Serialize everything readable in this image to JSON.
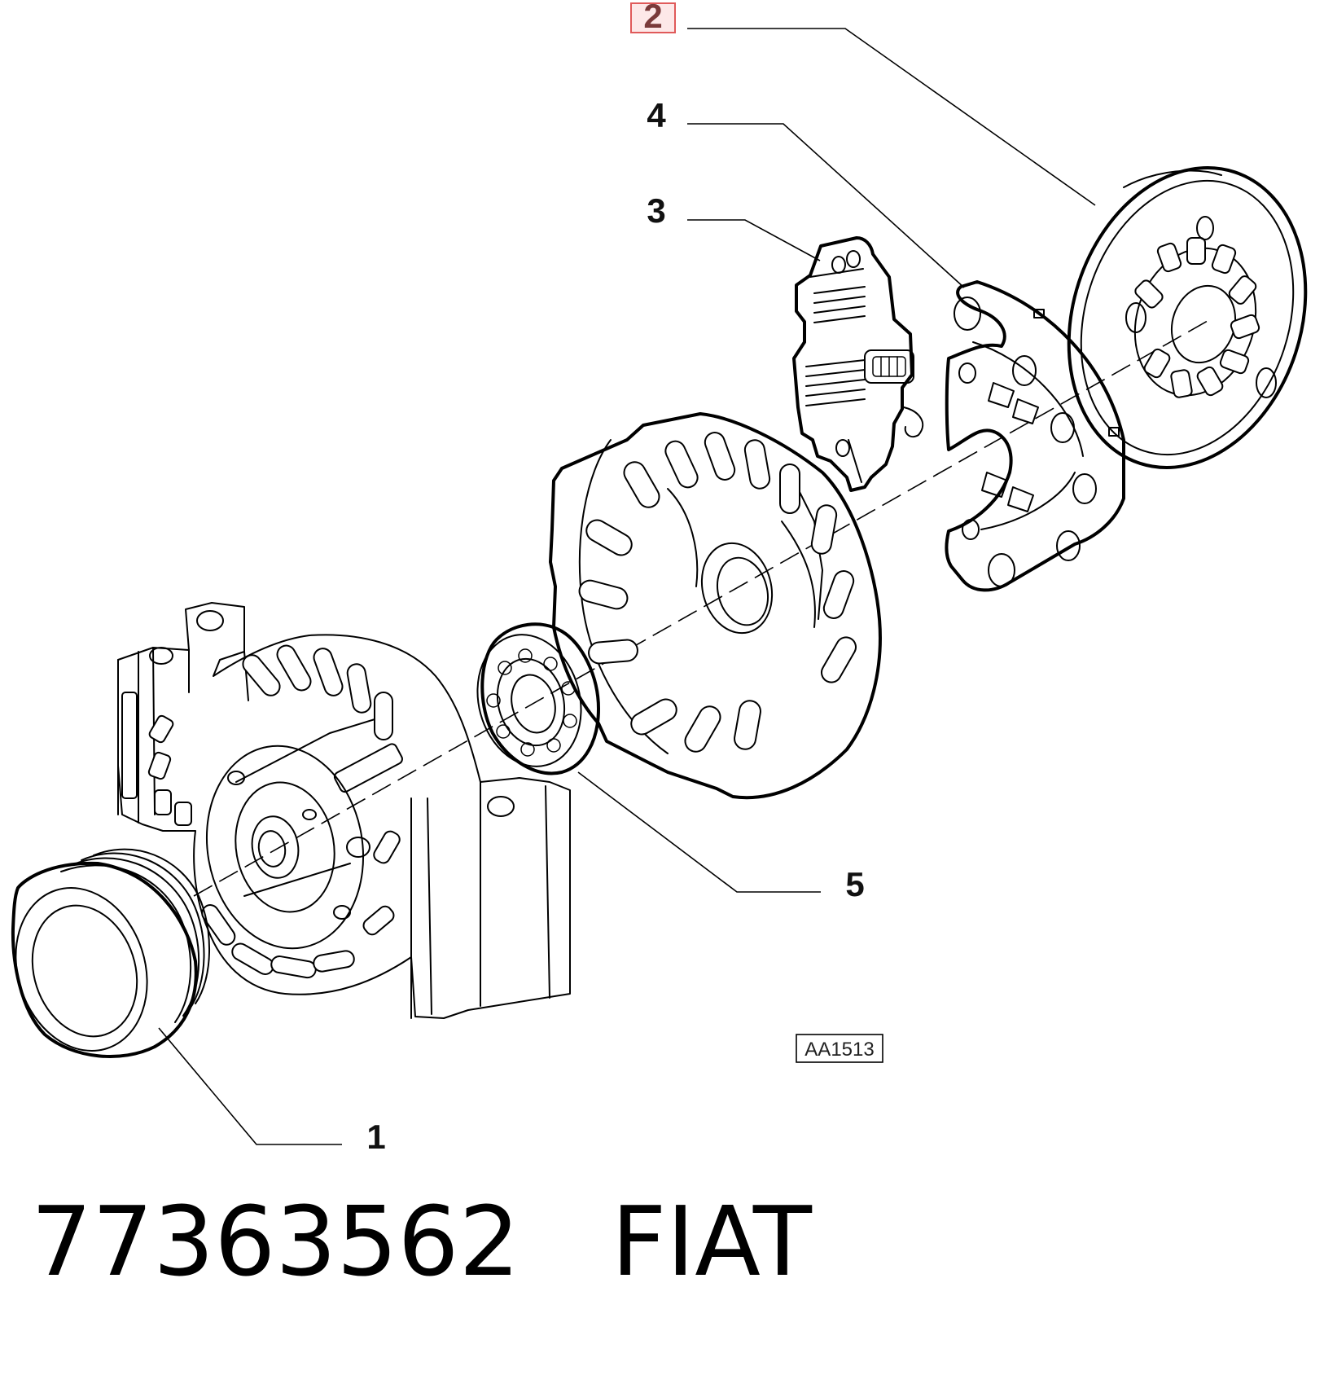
{
  "callouts": {
    "c1": "1",
    "c2": "2",
    "c3": "3",
    "c4": "4",
    "c5": "5"
  },
  "highlight_color": "#e05a5a",
  "diagram_code": "AA1513",
  "part_number": "77363562",
  "brand": "FIAT"
}
